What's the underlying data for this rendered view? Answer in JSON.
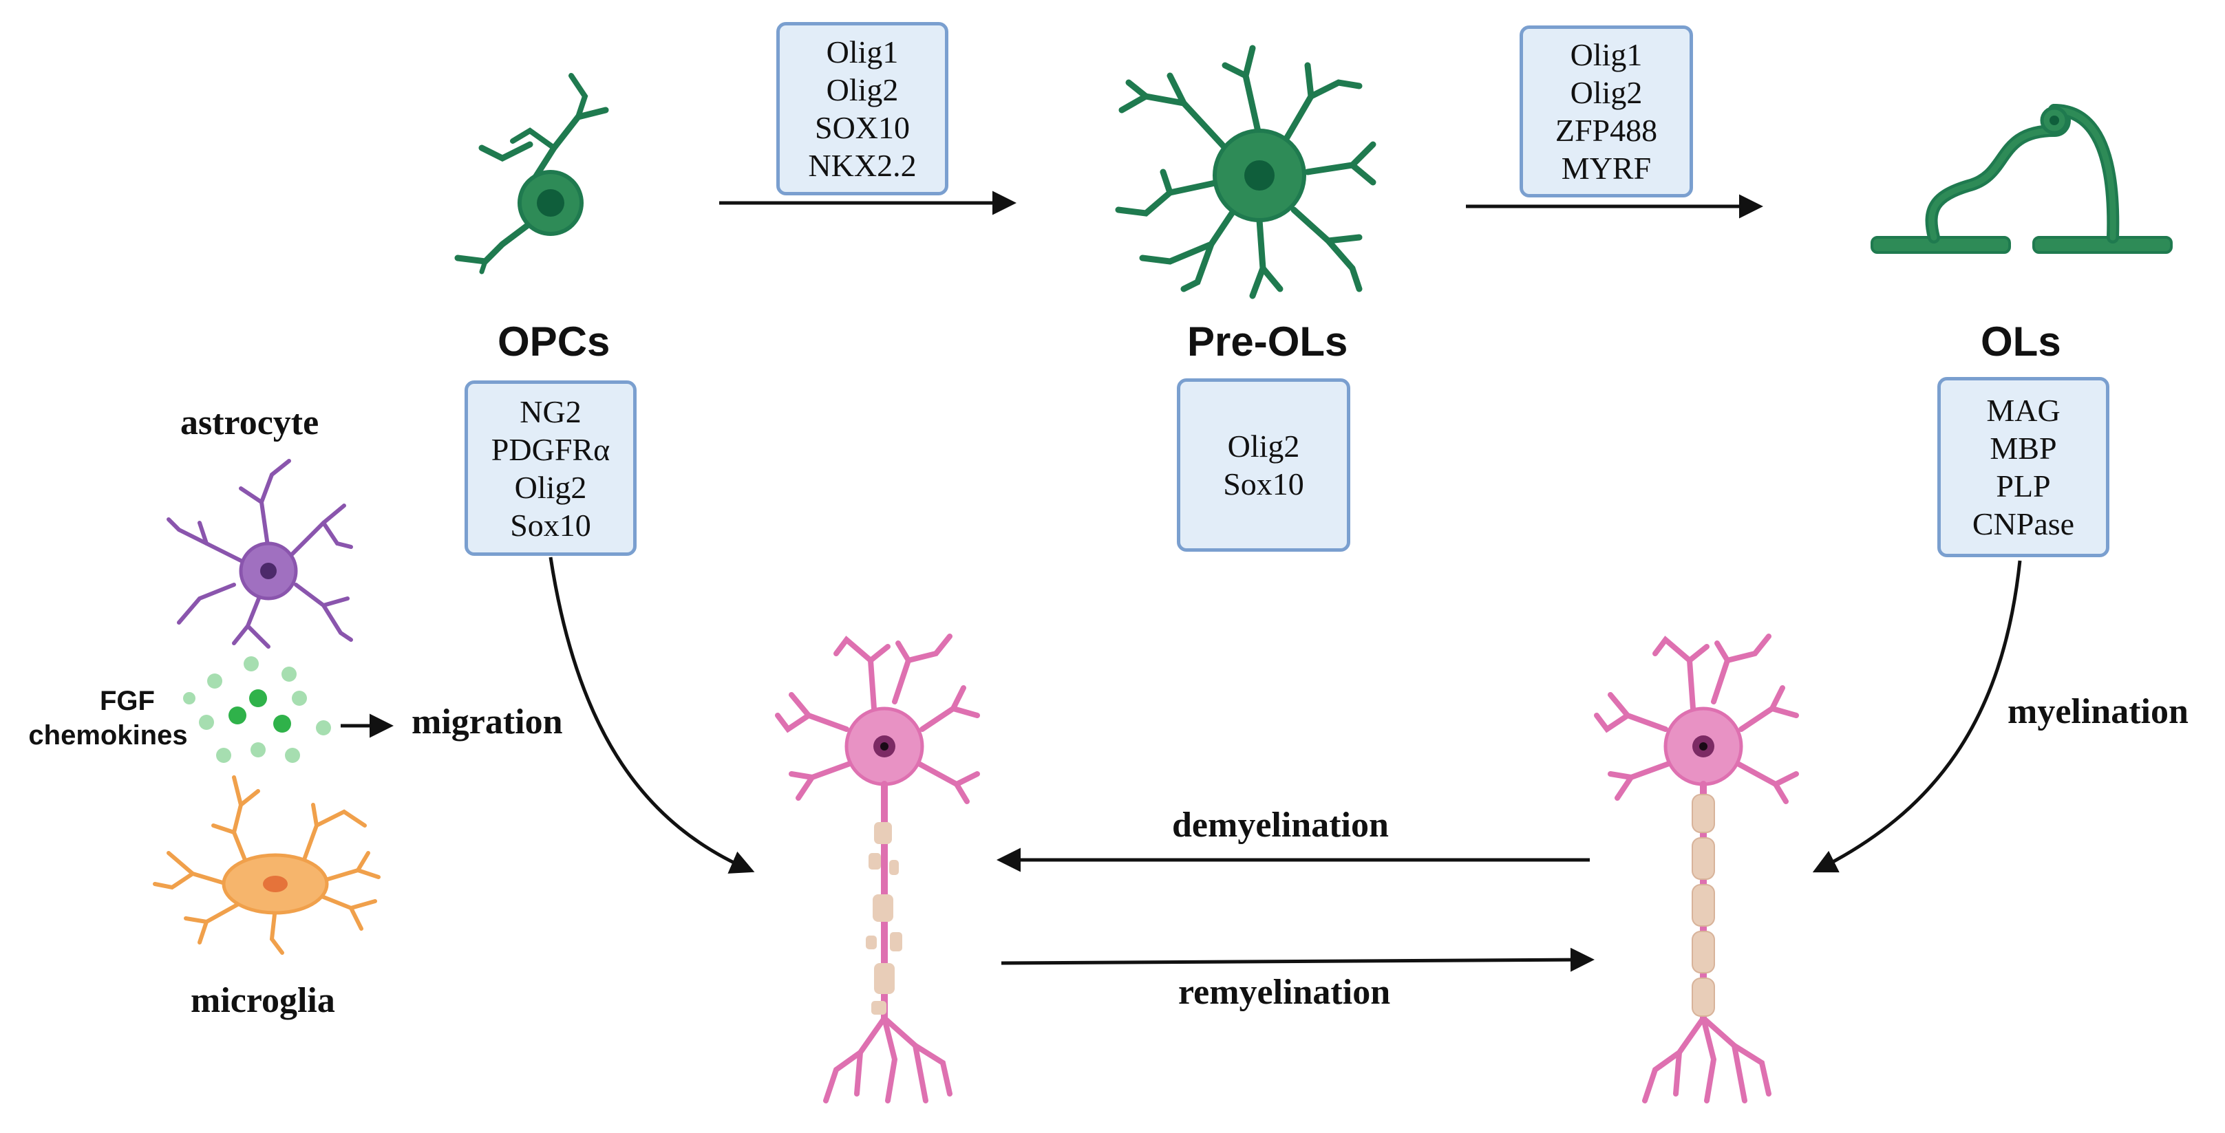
{
  "stages": {
    "opcs": "OPCs",
    "pre_ols": "Pre-OLs",
    "ols": "OLs"
  },
  "transition_markers": {
    "opc_to_preol": [
      "Olig1",
      "Olig2",
      "SOX10",
      "NKX2.2"
    ],
    "preol_to_ol": [
      "Olig1",
      "Olig2",
      "ZFP488",
      "MYRF"
    ]
  },
  "stage_markers": {
    "opcs": [
      "NG2",
      "PDGFRα",
      "Olig2",
      "Sox10"
    ],
    "pre_ols": [
      "Olig2",
      "Sox10"
    ],
    "ols": [
      "MAG",
      "MBP",
      "PLP",
      "CNPase"
    ]
  },
  "glia": {
    "astrocyte": "astrocyte",
    "microglia": "microglia",
    "signals_line1": "FGF",
    "signals_line2": "chemokines"
  },
  "processes": {
    "migration": "migration",
    "myelination": "myelination",
    "demyelination": "demyelination",
    "remyelination": "remyelination"
  },
  "colors": {
    "oligodendrocyte": "#2e8b57",
    "oligodendrocyte_dark": "#0f5e3b",
    "neuron": "#e07bb7",
    "neuron_soma": "#c9559c",
    "astrocyte": "#a070c0",
    "microglia": "#f4a455",
    "myelin": "#e8cdb8",
    "box_fill": "#e2edf8",
    "box_border": "#7a9fcf",
    "signal_green": "#2fb24a",
    "signal_light": "#a6deb0"
  }
}
